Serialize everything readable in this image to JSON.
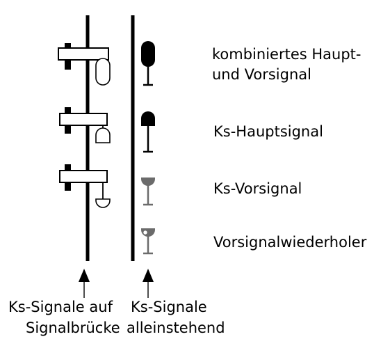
{
  "legend": [
    {
      "lines": [
        "kombiniertes Haupt-",
        "und Vorsignal"
      ]
    },
    {
      "lines": [
        "Ks-Hauptsignal"
      ]
    },
    {
      "lines": [
        "Ks-Vorsignal"
      ]
    },
    {
      "lines": [
        "Vorsignalwiederholer"
      ]
    }
  ],
  "captions": {
    "bridge": [
      "Ks-Signale auf",
      "Signalbrücke"
    ],
    "standalone": [
      "Ks-Signale",
      "alleinstehend"
    ]
  },
  "colors": {
    "main": "#000000",
    "distant": "#6b6b6b",
    "background": "#ffffff"
  }
}
